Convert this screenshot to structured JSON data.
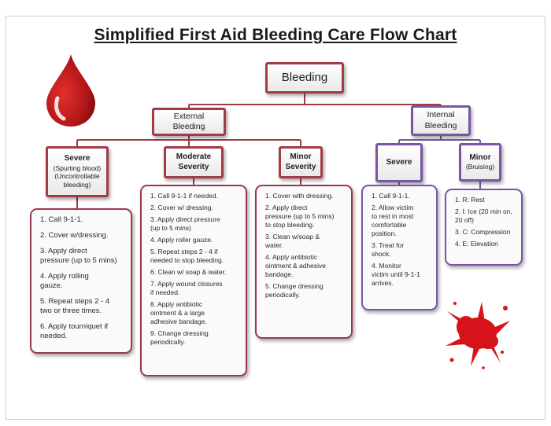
{
  "title": "Simplified First Aid Bleeding Care Flow Chart",
  "colors": {
    "external": "#a33b44",
    "internal": "#7a55a6",
    "blood": "#c81a1a"
  },
  "icons": {
    "drop": "blood-drop-icon",
    "splatter": "blood-splatter-icon"
  },
  "root": {
    "label": "Bleeding"
  },
  "external": {
    "label": "External\nBleeding",
    "severe": {
      "label": "Severe",
      "sub": "(Spurting blood)\n(Uncontrollable\nbleeding)",
      "steps": [
        "1. Call 9-1-1.",
        "2. Cover w/dressing.",
        "3. Apply direct\npressure (up to 5 mins)",
        "4. Apply rolling\ngauze.",
        "5. Repeat steps 2 - 4\ntwo or three times.",
        "6. Apply tourniquet if\nneeded."
      ]
    },
    "moderate": {
      "label": "Moderate\nSeverity",
      "steps": [
        "1. Call 9-1-1 if needed.",
        "2. Cover w/ dressing.",
        "3. Apply direct pressure\n(up to 5 mins)",
        "4. Apply roller gauze.",
        "5. Repeat steps 2 - 4 if\nneeded to stop bleeding.",
        "6. Clean w/ soap & water.",
        "7. Apply wound closures\nif needed.",
        "8. Apply antibiotic\nointment & a large\nadhesive bandage.",
        "9. Change dressing\nperiodically."
      ]
    },
    "minor": {
      "label": "Minor\nSeverity",
      "steps": [
        "1. Cover with dressing.",
        "2. Apply direct\npressure (up to 5 mins)\nto stop bleeding.",
        "3. Clean w/soap &\nwater.",
        "4. Apply antibiotic\nointment & adhesive\nbandage.",
        "5. Change dressing\nperiodically."
      ]
    }
  },
  "internal": {
    "label": "Internal\nBleeding",
    "severe": {
      "label": "Severe",
      "steps": [
        "1. Call 9-1-1.",
        "2. Allow victim\nto rest in most\ncomfortable\nposition.",
        "3. Treat for\nshock.",
        "4. Monitor\nvictim until 9-1-1\narrives."
      ]
    },
    "minor": {
      "label": "Minor",
      "sub": "(Bruising)",
      "steps": [
        "1. R: Rest",
        "2. I: Ice (20 min on,\n20 off)",
        "3. C: Compression",
        "4. E: Elevation"
      ]
    }
  }
}
